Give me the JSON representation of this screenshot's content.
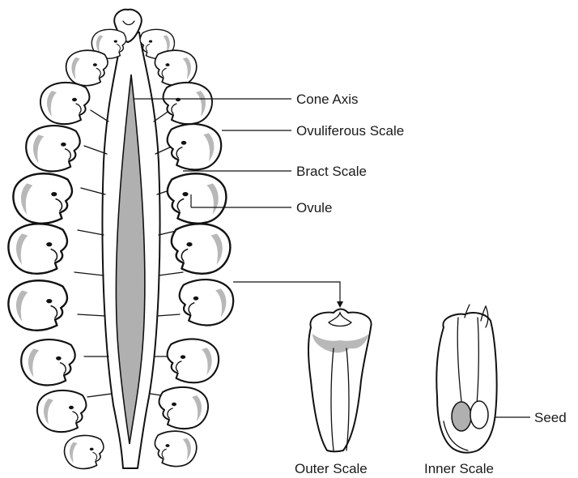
{
  "labels": {
    "cone_axis": "Cone Axis",
    "ovuliferous_scale": "Ovuliferous Scale",
    "bract_scale": "Bract Scale",
    "ovule": "Ovule",
    "seed": "Seed",
    "outer_scale": "Outer Scale",
    "inner_scale": "Inner Scale"
  },
  "colors": {
    "line": "#111111",
    "shading": "#b8b8b8",
    "background": "#ffffff"
  }
}
